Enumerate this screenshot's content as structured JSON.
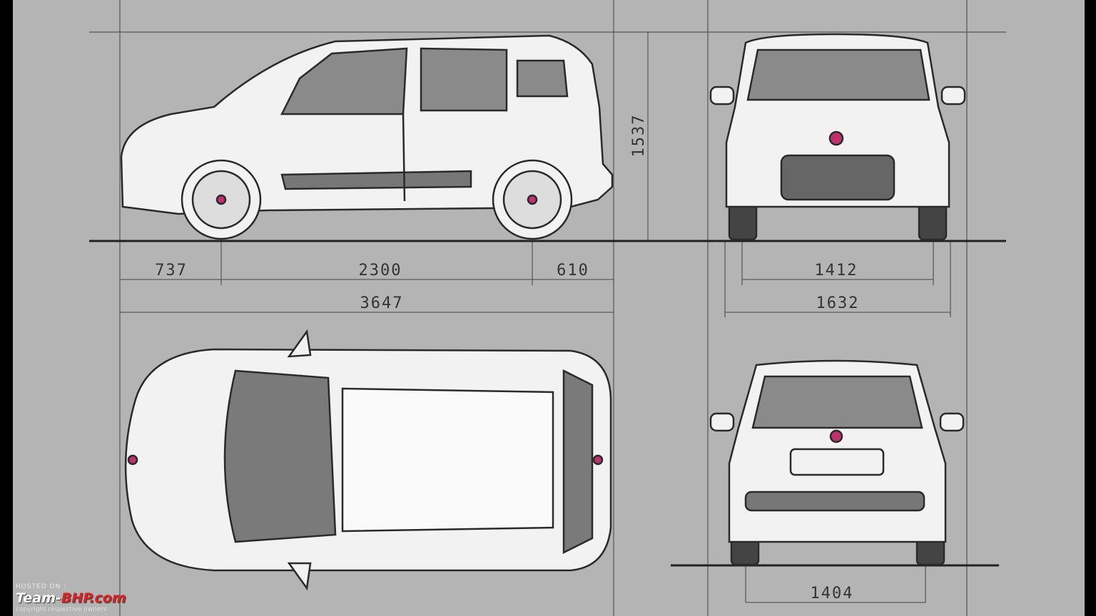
{
  "dimensions": {
    "front_overhang": "737",
    "wheelbase": "2300",
    "rear_overhang": "610",
    "length": "3647",
    "height": "1537",
    "front_track": "1412",
    "width": "1632",
    "rear_track": "1404"
  },
  "views": [
    "side",
    "front",
    "top",
    "rear"
  ],
  "watermark": {
    "hosted": "HOSTED ON :",
    "brand_a": "Team-",
    "brand_b": "BHP.com",
    "copyright": "copyright respective owners"
  },
  "colors": {
    "background": "#b4b4b4",
    "line": "#2a2a2a",
    "body": "#f2f2f2",
    "glass": "#7a7a7a",
    "badge": "#c0306a"
  }
}
